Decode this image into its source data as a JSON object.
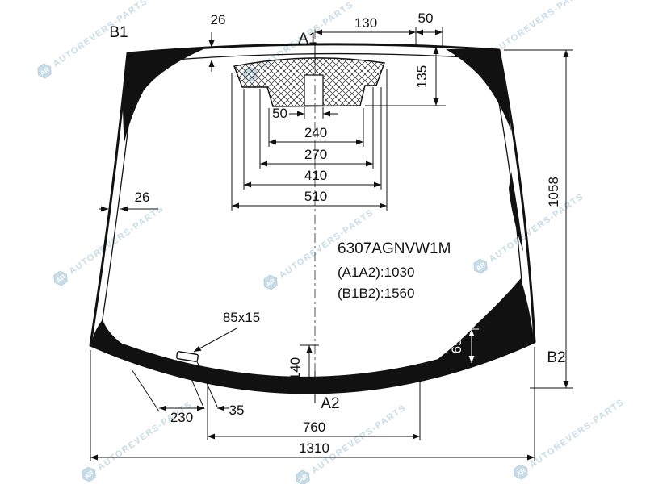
{
  "colors": {
    "ink": "#111111",
    "watermark_blue": "#9cc0d6",
    "glass": "#ffffff"
  },
  "watermark": {
    "logo": "AR",
    "text": "AUTOREVERS-PARTS"
  },
  "part_info": {
    "number": "6307AGNVW1M",
    "distance_a": "(A1A2):1030",
    "distance_b": "(B1B2):1560"
  },
  "markers": {
    "a1": "A1",
    "a2": "A2",
    "b1": "B1",
    "b2": "B2"
  },
  "dimensions": {
    "top_band_width": "26",
    "left_band_width": "26",
    "sensor_offset_130": "130",
    "sensor_offset_50": "50",
    "sensor_depth_135": "135",
    "camera_slot_50": "50",
    "sensor_width_240": "240",
    "sensor_width_270": "270",
    "sensor_width_410": "410",
    "sensor_width_510": "510",
    "right_height_1058": "1058",
    "mirror_button_size": "85x15",
    "bottom_center_140": "140",
    "corner_band_65": "65",
    "button_offset_230": "230",
    "button_offset_35": "35",
    "bottom_width_760": "760",
    "bottom_width_1310": "1310"
  }
}
